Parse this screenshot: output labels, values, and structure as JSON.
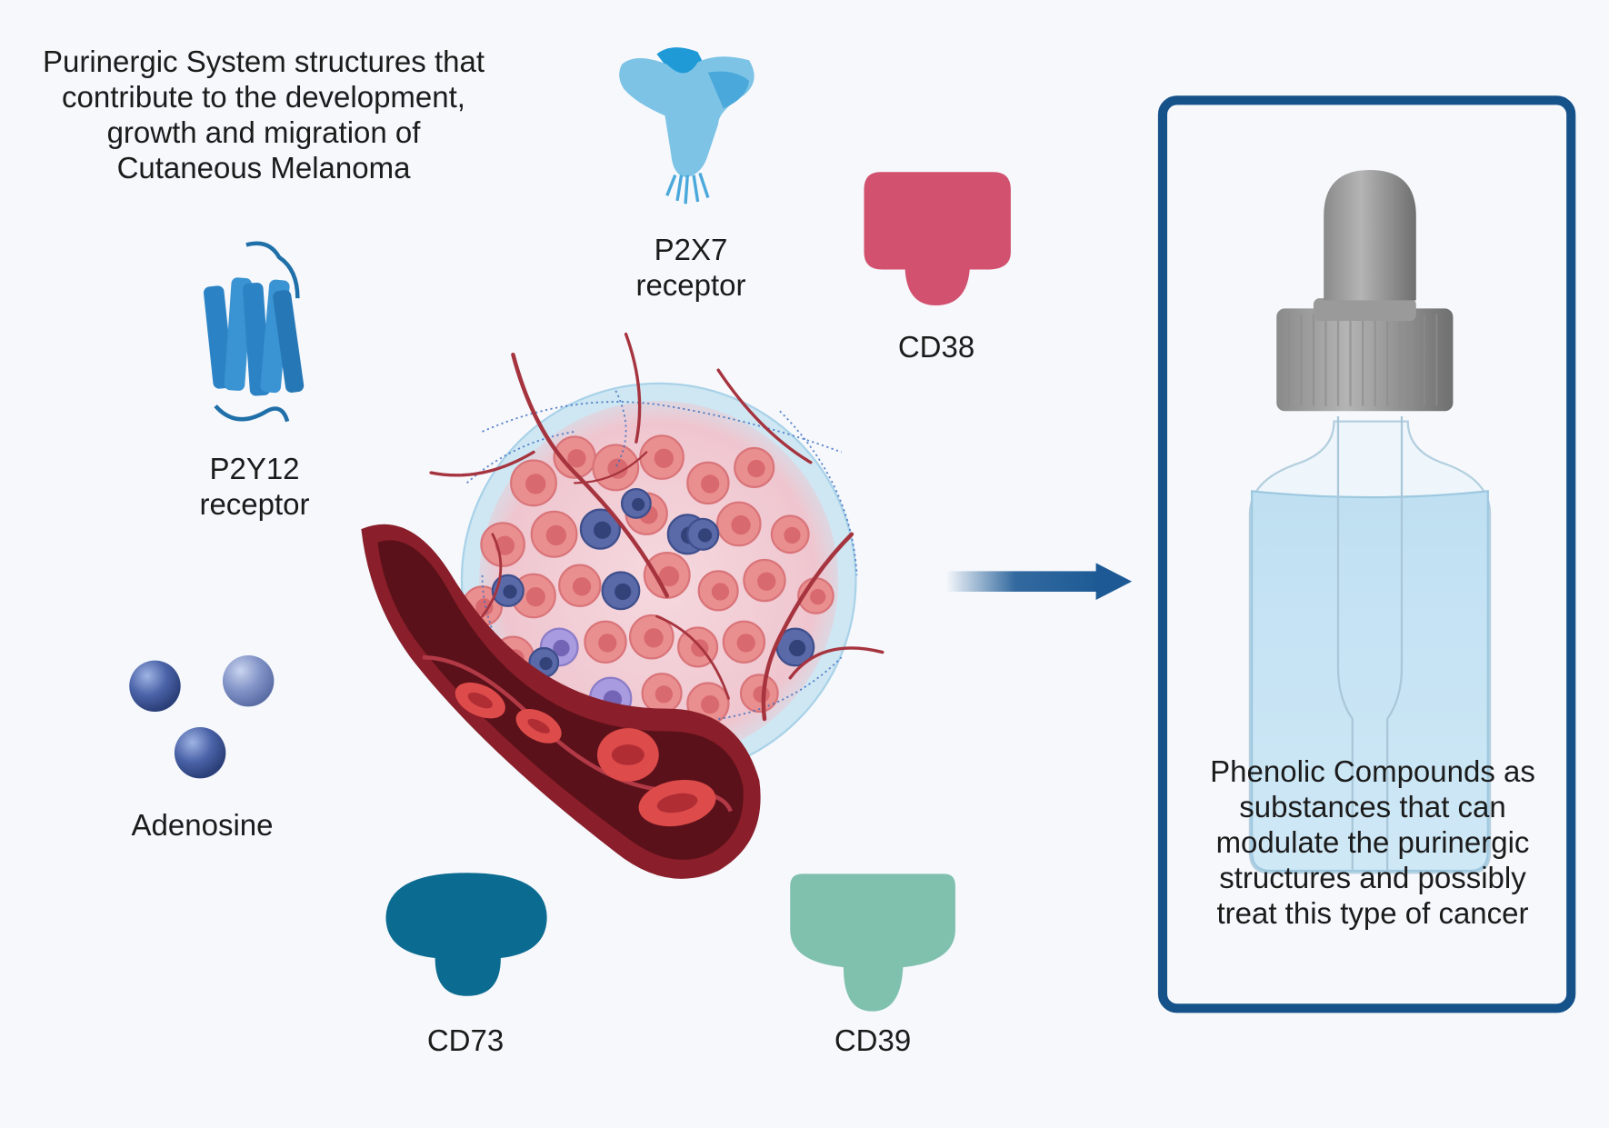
{
  "title": "Purinergic System structures that\ncontribute to the development,\ngrowth and migration of\nCutaneous Melanoma",
  "receptors": {
    "p2x7": "P2X7\nreceptor",
    "p2y12": "P2Y12\nreceptor",
    "cd38": "CD38",
    "cd73": "CD73",
    "cd39": "CD39",
    "adenosine": "Adenosine"
  },
  "bottle_text": "Phenolic Compounds as\nsubstances that can\nmodulate the purinergic\nstructures and possibly\ntreat this type of cancer",
  "colors": {
    "p2x7": "#7cc3e6",
    "p2y12": "#2b83c6",
    "cd38": "#d2516f",
    "cd73": "#0b6b91",
    "cd39": "#7fc1ac",
    "adenosine": "#4a63a8",
    "frame": "#16528a",
    "arrow": "#1d5a95",
    "vessel": "#8a1e2a",
    "rbc": "#de4b4b",
    "tumor_cell": "#ea8f8f"
  }
}
